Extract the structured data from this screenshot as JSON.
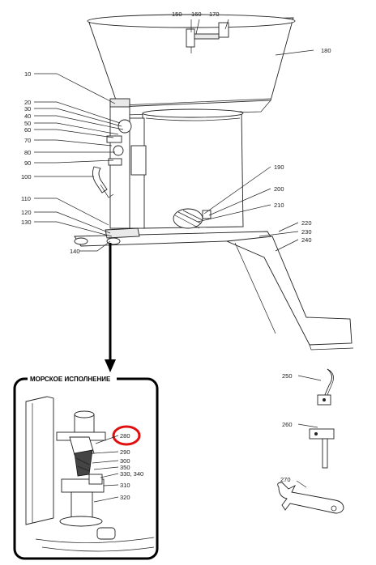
{
  "callouts": {
    "c150": "150",
    "c160": "160",
    "c170": "170",
    "c180": "180",
    "c10": "10",
    "c20": "20",
    "c30": "30",
    "c40": "40",
    "c50": "50",
    "c60": "60",
    "c70": "70",
    "c80": "80",
    "c90": "90",
    "c100": "100",
    "c110": "110",
    "c120": "120",
    "c130": "130",
    "c140": "140",
    "c190": "190",
    "c200": "200",
    "c210": "210",
    "c220": "220",
    "c230": "230",
    "c240": "240",
    "c250": "250",
    "c260": "260",
    "c270": "270"
  },
  "inset": {
    "title": "МОРСКОЕ ИСПОЛНЕНИЕ",
    "highlight_color": "#e01010",
    "labels": {
      "l280": "280",
      "l290": "290",
      "l300": "300",
      "l350": "350",
      "l330_340": "330, 340",
      "l310": "310",
      "l320": "320"
    }
  },
  "colors": {
    "line": "#222222",
    "highlight": "#e01010",
    "arrow": "#000000"
  }
}
